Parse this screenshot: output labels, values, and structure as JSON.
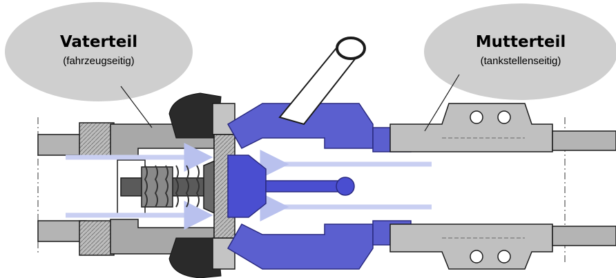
{
  "labels": {
    "left": {
      "title": "Vaterteil",
      "subtitle": "(fahrzeugseitig)"
    },
    "right": {
      "title": "Mutterteil",
      "subtitle": "(tankstellenseitig)"
    }
  },
  "colors": {
    "bubble": "#cfcfcf",
    "metal": "#a9a9a9",
    "metal_light": "#c4c4c4",
    "metal_dark": "#5a5a5a",
    "blue_part": "#5b5fcf",
    "blue_dark": "#3a3eb0",
    "flow_arrow": "#c9cff2",
    "outline": "#1a1a1a"
  }
}
